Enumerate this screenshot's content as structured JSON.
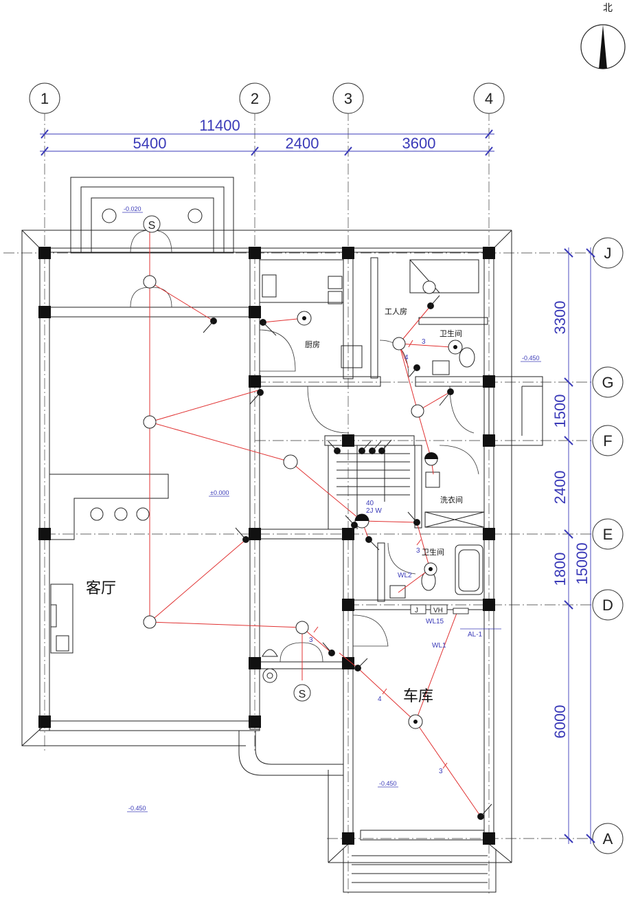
{
  "north_label": "北",
  "axes": {
    "vertical": [
      "1",
      "2",
      "3",
      "4"
    ],
    "horizontal": [
      "J",
      "G",
      "F",
      "E",
      "D",
      "A"
    ]
  },
  "dims": {
    "top_total": "11400",
    "top": [
      "5400",
      "2400",
      "3600"
    ],
    "right": [
      "3300",
      "1500",
      "2400",
      "1800",
      "6000"
    ],
    "right_total": "15000"
  },
  "rooms": {
    "kitchen": "厨房",
    "maid_room": "工人房",
    "bath_upper": "卫生间",
    "laundry": "洗衣间",
    "bath_lower": "卫生间",
    "living": "客厅",
    "garage": "车库"
  },
  "levels": {
    "porch": "-0.020",
    "living": "±0.000",
    "east": "-0.450",
    "garage": "-0.450",
    "outside": "-0.450"
  },
  "circuits": {
    "wl1": "WL1",
    "wl2": "WL2",
    "wl15": "WL15",
    "al1": "AL-1",
    "j": "J",
    "vh": "VH",
    "power": "40",
    "phase": "2J  W"
  },
  "counts": {
    "c1": "3",
    "c2": "4",
    "c3": "3",
    "c4": "3",
    "c5": "4",
    "c6": "3"
  },
  "switch_symbol": "S",
  "colors": {
    "wall": "#222222",
    "wire": "#e03030",
    "dimension": "#3a3ab8",
    "axis": "#555555"
  }
}
